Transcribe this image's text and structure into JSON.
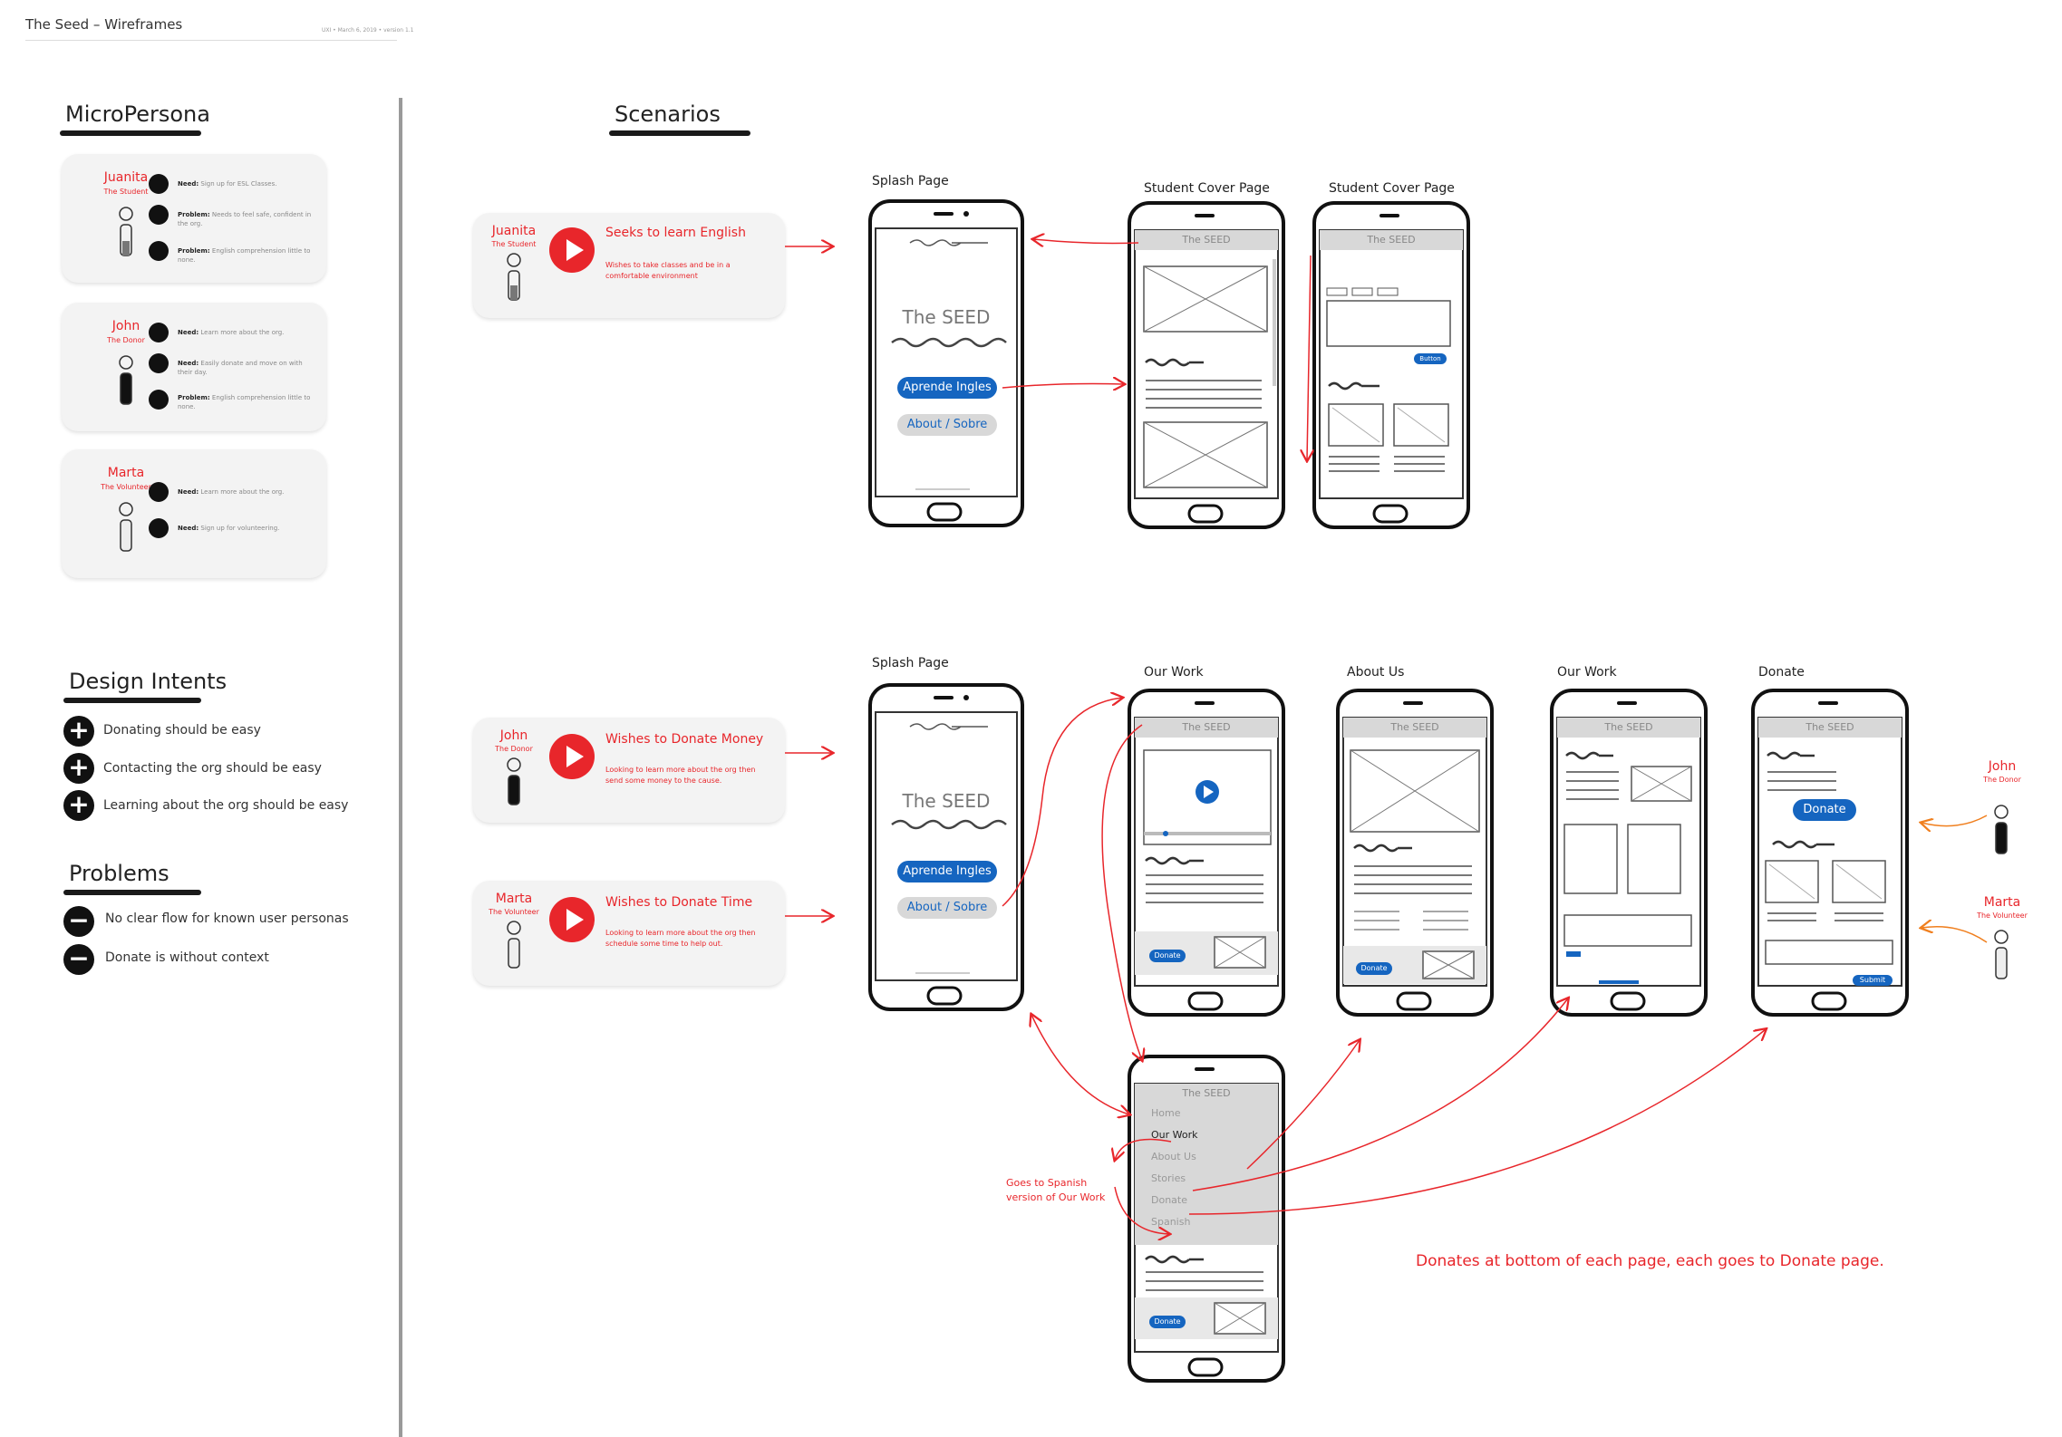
{
  "doc": {
    "title": "The Seed – Wireframes",
    "meta": "UXI • March 6, 2019 • version 1.1"
  },
  "micropersona": {
    "heading": "MicroPersona",
    "personas": [
      {
        "name": "Juanita",
        "role": "The Student",
        "items": [
          {
            "label": "Need:",
            "text": "Sign up for ESL Classes."
          },
          {
            "label": "Problem:",
            "text": "Needs to feel safe, confident in the org."
          },
          {
            "label": "Problem:",
            "text": "English comprehension little to none."
          }
        ]
      },
      {
        "name": "John",
        "role": "The Donor",
        "items": [
          {
            "label": "Need:",
            "text": "Learn more about the org."
          },
          {
            "label": "Need:",
            "text": "Easily donate and move on with their day."
          },
          {
            "label": "Problem:",
            "text": "English comprehension little to none."
          }
        ]
      },
      {
        "name": "Marta",
        "role": "The Volunteer",
        "items": [
          {
            "label": "Need:",
            "text": "Learn more about the org."
          },
          {
            "label": "Need:",
            "text": "Sign up for volunteering."
          }
        ]
      }
    ]
  },
  "design_intents": {
    "heading": "Design Intents",
    "items": [
      "Donating should be easy",
      "Contacting the org should be easy",
      "Learning about the org should be easy"
    ]
  },
  "problems": {
    "heading": "Problems",
    "items": [
      "No clear flow for known user personas",
      "Donate is without context"
    ]
  },
  "scenarios": {
    "heading": "Scenarios",
    "cards": [
      {
        "name": "Juanita",
        "role": "The Student",
        "title": "Seeks to learn English",
        "desc": "Wishes to take classes and be in a comfortable environment"
      },
      {
        "name": "John",
        "role": "The Donor",
        "title": "Wishes to Donate Money",
        "desc": "Looking to learn more about the org then send some money to the cause."
      },
      {
        "name": "Marta",
        "role": "The Volunteer",
        "title": "Wishes to Donate Time",
        "desc": "Looking to learn more about the org then schedule some time to help out."
      }
    ]
  },
  "phones": {
    "splash_label": "Splash Page",
    "student_cover_label": "Student Cover Page",
    "our_work_label": "Our Work",
    "about_us_label": "About Us",
    "donate_label": "Donate",
    "app_title": "The SEED",
    "splash_title": "The SEED",
    "btn_aprende": "Aprende Ingles",
    "btn_about": "About / Sobre",
    "btn_button": "Button",
    "btn_donate": "Donate",
    "btn_submit": "Submit"
  },
  "menu": {
    "items": [
      "Home",
      "Our Work",
      "About Us",
      "Stories",
      "Donate",
      "Spanish"
    ],
    "active": "Our Work"
  },
  "annotations": {
    "spanish_note": "Goes to Spanish version of Our Work",
    "donate_note": "Donates at bottom of each page, each goes to Donate page."
  },
  "side_personas": [
    {
      "name": "John",
      "role": "The Donor"
    },
    {
      "name": "Marta",
      "role": "The Volunteer"
    }
  ],
  "colors": {
    "accent": "#e8262b",
    "button": "#1565c0",
    "orange": "#f07f1e"
  }
}
